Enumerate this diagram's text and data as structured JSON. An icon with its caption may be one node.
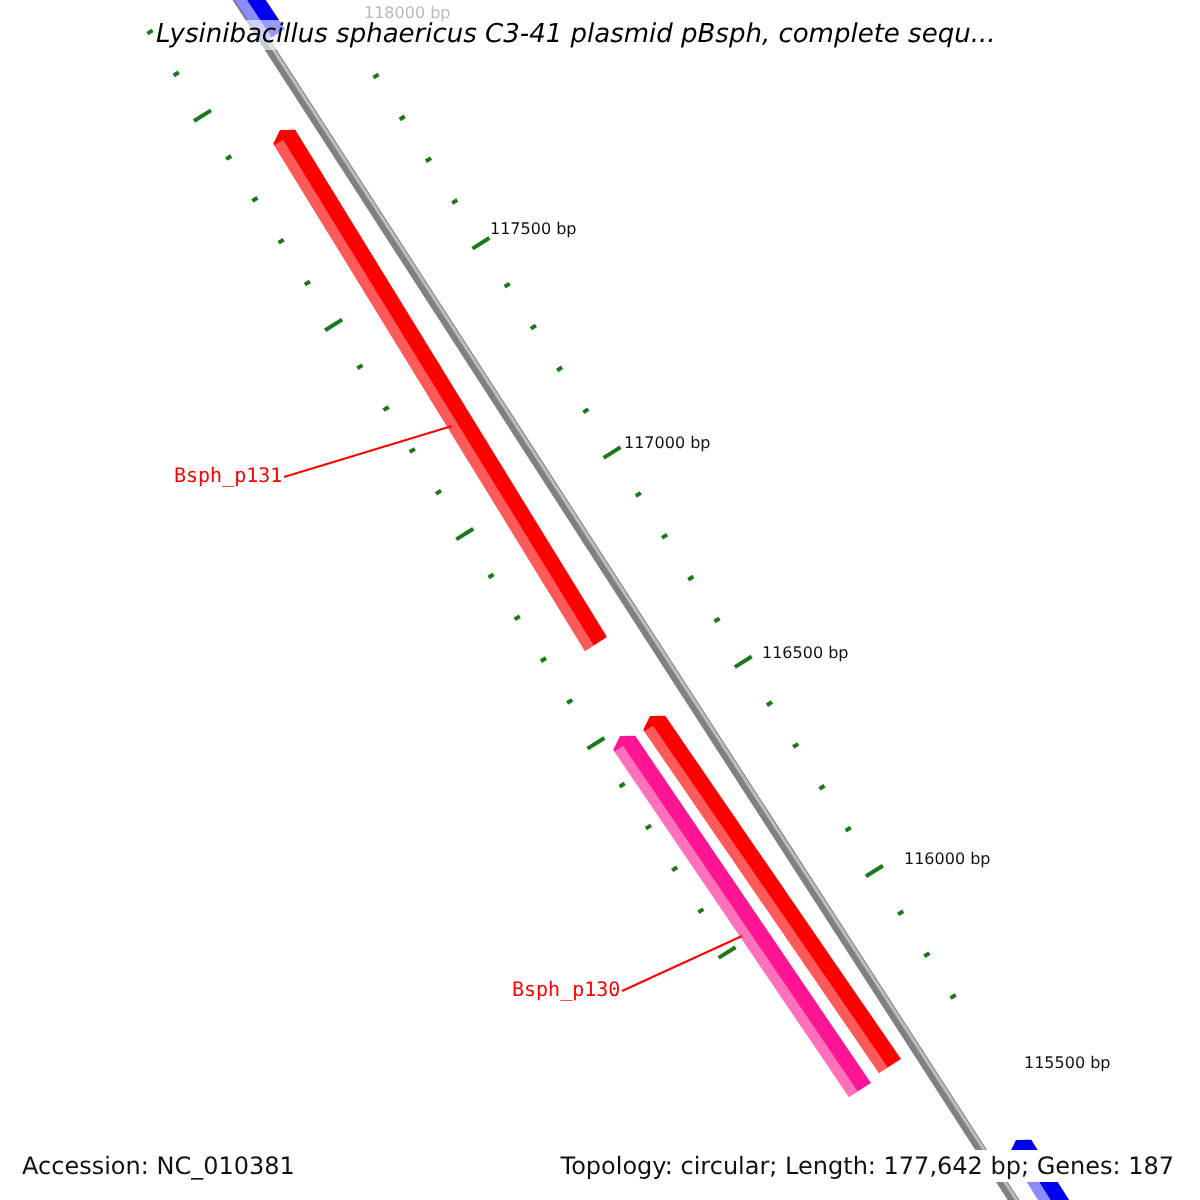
{
  "diagram": {
    "title": "Lysinibacillus sphaericus C3-41 plasmid pBsph, complete sequ...",
    "nodes": [
      {
        "text": [
          "Bsph_p131"
        ]
      },
      {
        "text": [],
        "shape": "bar"
      },
      {
        "text": [
          "Bsph_p130"
        ]
      },
      {
        "text": [],
        "shape": "bar"
      },
      {
        "text": [],
        "shape": "bar"
      },
      {
        "text": [],
        "shape": "bar"
      },
      {
        "text": [],
        "shape": "bar"
      }
    ],
    "edges": [
      {
        "from": 0,
        "to": 1,
        "arrow": "none"
      },
      {
        "from": 2,
        "to": 3,
        "arrow": "none"
      }
    ],
    "labels": [
      "118000 bp",
      "117500 bp",
      "117000 bp",
      "116500 bp",
      "116000 bp",
      "115500 bp",
      "Accession: NC_010381",
      "Topology: circular; Length: 177,642 bp; Genes: 187"
    ]
  }
}
